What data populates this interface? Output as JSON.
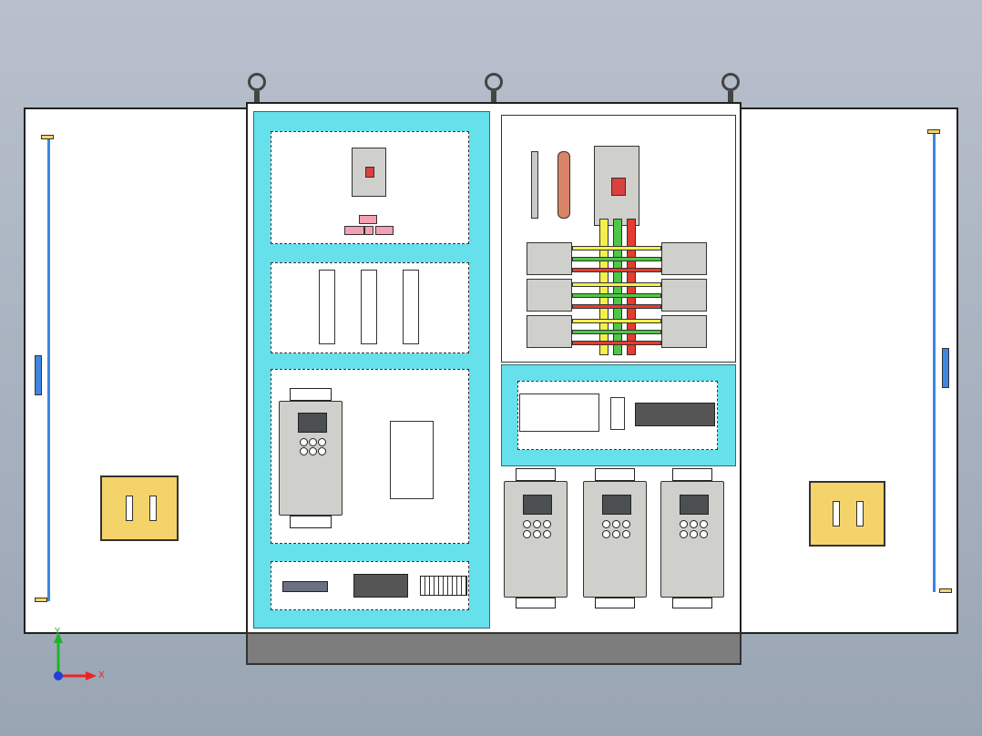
{
  "scene": {
    "type": "cad-assembly-view",
    "description_visible": false
  },
  "axis_triad": {
    "x_label": "X",
    "y_label": "Y"
  },
  "colors": {
    "background_top": "#b8c0cc",
    "cabinet_frame": "#66e0ea",
    "door_handle": "#f4d36a",
    "door_rod": "#3e86e0",
    "bus_yellow": "#f5ef4a",
    "bus_green": "#4fc646",
    "bus_red": "#e63b30"
  },
  "icons": {
    "axis_triad": "xyz-axis-icon",
    "lifting_eye": "lifting-eye-icon"
  }
}
